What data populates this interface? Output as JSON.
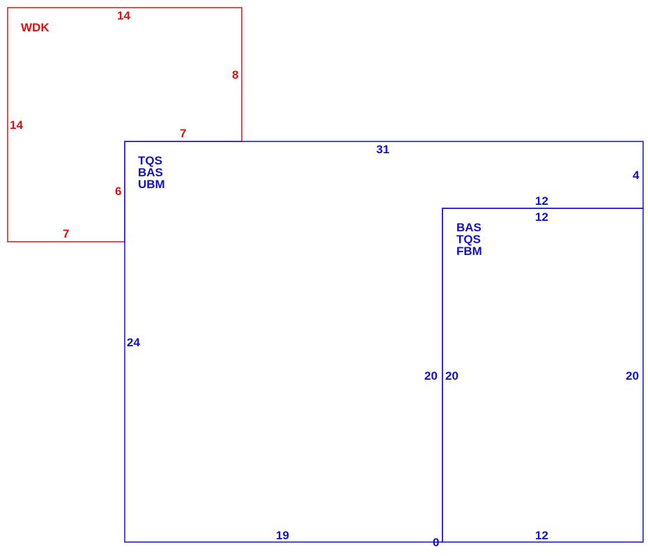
{
  "colors": {
    "red": "#dd1111",
    "blue": "#1111cc",
    "background": "#ffffff"
  },
  "regions": {
    "wdk": {
      "name": "WDK",
      "edges": {
        "top": "14",
        "right": "8",
        "inner_top": "7",
        "left": "14",
        "inner_left": "6",
        "bottom": "7"
      }
    },
    "large": {
      "codes": [
        "TQS",
        "BAS",
        "UBM"
      ],
      "edges": {
        "top": "31",
        "right_upper": "4",
        "left": "24",
        "inner_right": "20",
        "bottom": "19",
        "corner": "0"
      }
    },
    "small": {
      "codes": [
        "BAS",
        "TQS",
        "FBM"
      ],
      "edges": {
        "top_outer": "12",
        "top_inner": "12",
        "left": "20",
        "right": "20",
        "bottom": "12"
      }
    }
  }
}
